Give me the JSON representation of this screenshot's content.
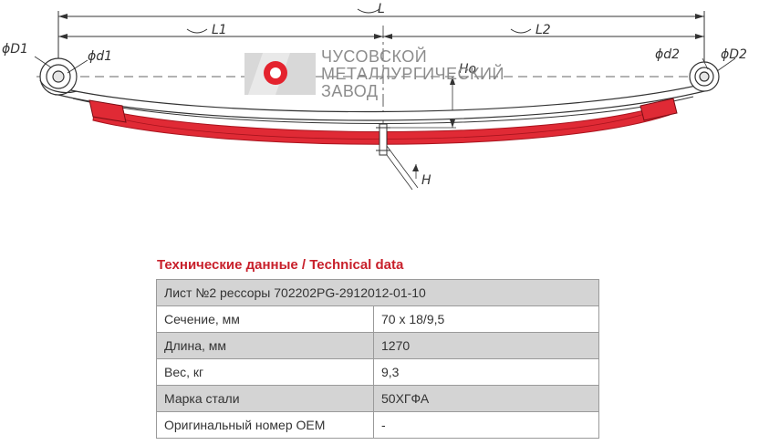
{
  "drawing": {
    "labels": {
      "L": "L",
      "L1": "L1",
      "L2": "L2",
      "D1": "ϕD1",
      "d1": "ϕd1",
      "d2": "ϕd2",
      "D2": "ϕD2",
      "Ho": "Ho",
      "H": "H"
    },
    "logo": {
      "line1": "ЧУСОВСКОЙ",
      "line2": "МЕТАЛЛУРГИЧЕСКИЙ",
      "line3": "ЗАВОД",
      "accent_color": "#e4232e"
    },
    "colors": {
      "leaf_red": "#e02a35",
      "leaf_dark": "#a9141e",
      "line": "#333333"
    }
  },
  "technical": {
    "title": "Технические данные / Technical data",
    "header": "Лист №2 рессоры 702202PG-2912012-01-10",
    "rows": [
      {
        "key": "Сечение, мм",
        "value": "70 х 18/9,5"
      },
      {
        "key": "Длина, мм",
        "value": "1270"
      },
      {
        "key": "Вес, кг",
        "value": "9,3"
      },
      {
        "key": "Марка стали",
        "value": "50ХГФА"
      },
      {
        "key": "Оригинальный номер OEM",
        "value": "-"
      }
    ]
  }
}
